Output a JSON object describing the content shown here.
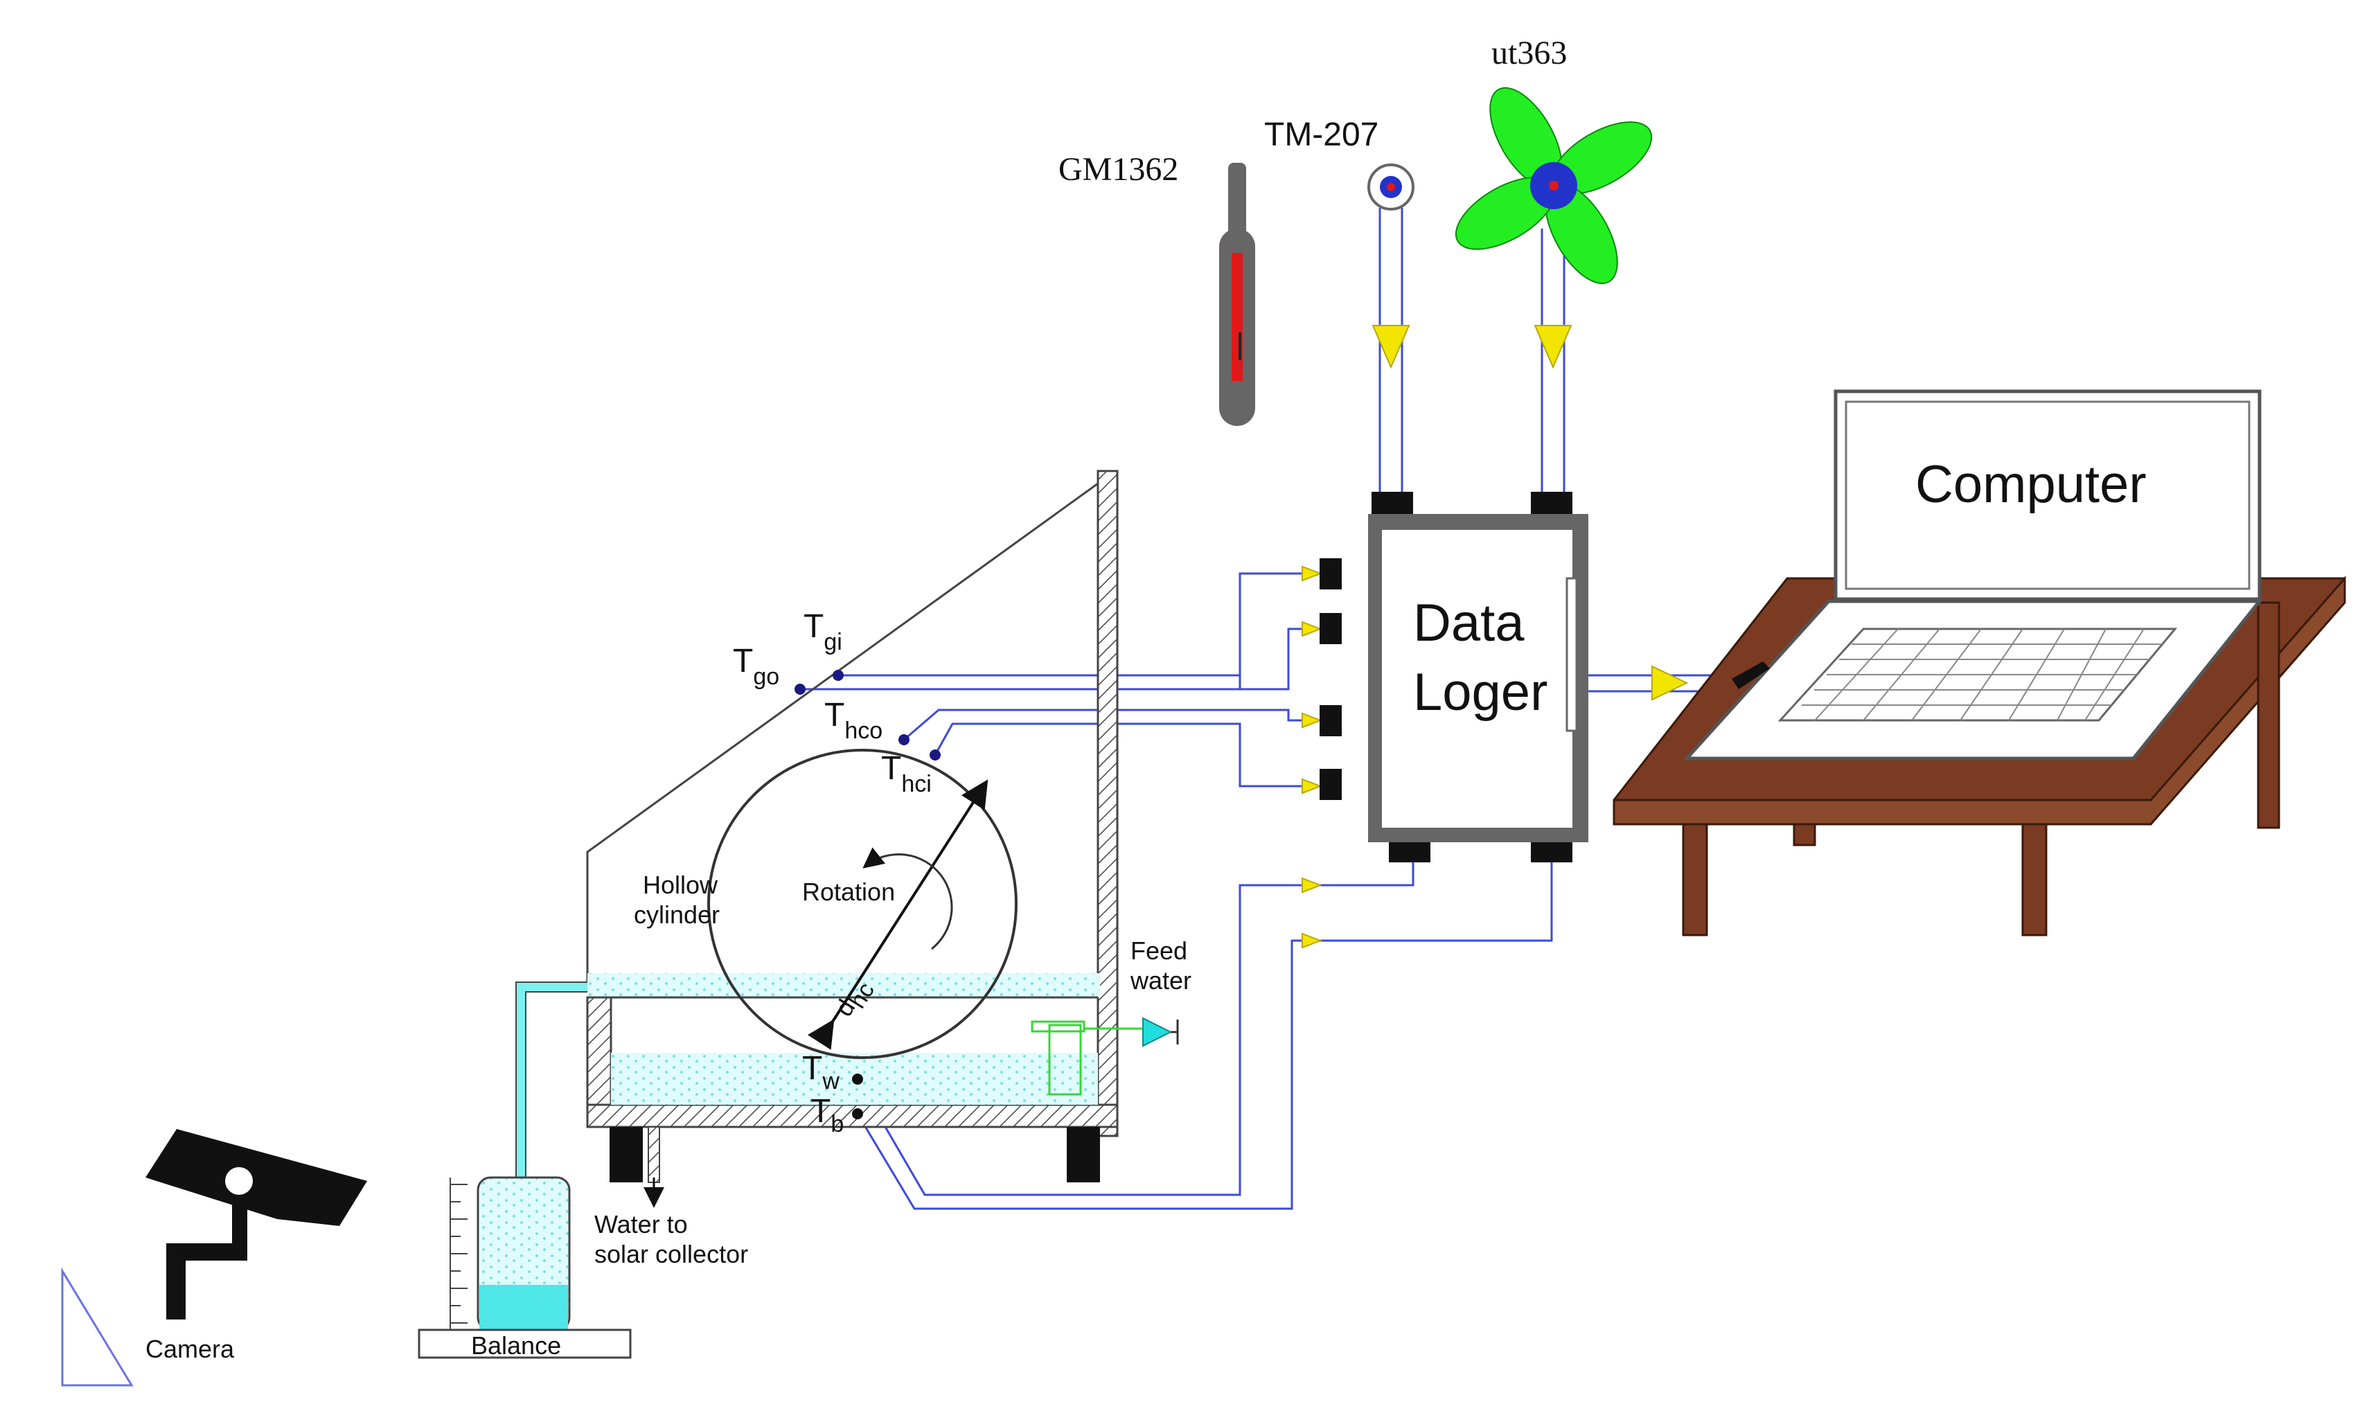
{
  "instruments": {
    "gm1362": "GM1362",
    "tm207": "TM-207",
    "ut363": "ut363"
  },
  "computer_label": "Computer",
  "data_logger": {
    "line1": "Data",
    "line2": "Loger"
  },
  "sensors": {
    "t_gi": {
      "main": "T",
      "sub": "gi"
    },
    "t_go": {
      "main": "T",
      "sub": "go"
    },
    "t_hco": {
      "main": "T",
      "sub": "hco"
    },
    "t_hci": {
      "main": "T",
      "sub": "hci"
    },
    "t_w": {
      "main": "T",
      "sub": "w"
    },
    "t_b": {
      "main": "T",
      "sub": "b"
    }
  },
  "labels": {
    "hollow_cylinder_1": "Hollow",
    "hollow_cylinder_2": "cylinder",
    "rotation": "Rotation",
    "d_main": "d",
    "d_sub": "hc",
    "feed_water_1": "Feed",
    "feed_water_2": "water",
    "water_to_1": "Water to",
    "water_to_2": "solar collector",
    "balance": "Balance",
    "camera": "Camera"
  },
  "colors": {
    "wire": "#3d4bd9",
    "water": "#7ff0f0",
    "fan": "#22ee22",
    "arrow_yellow": "#f2e600",
    "table_wood": "#7a3b22"
  }
}
